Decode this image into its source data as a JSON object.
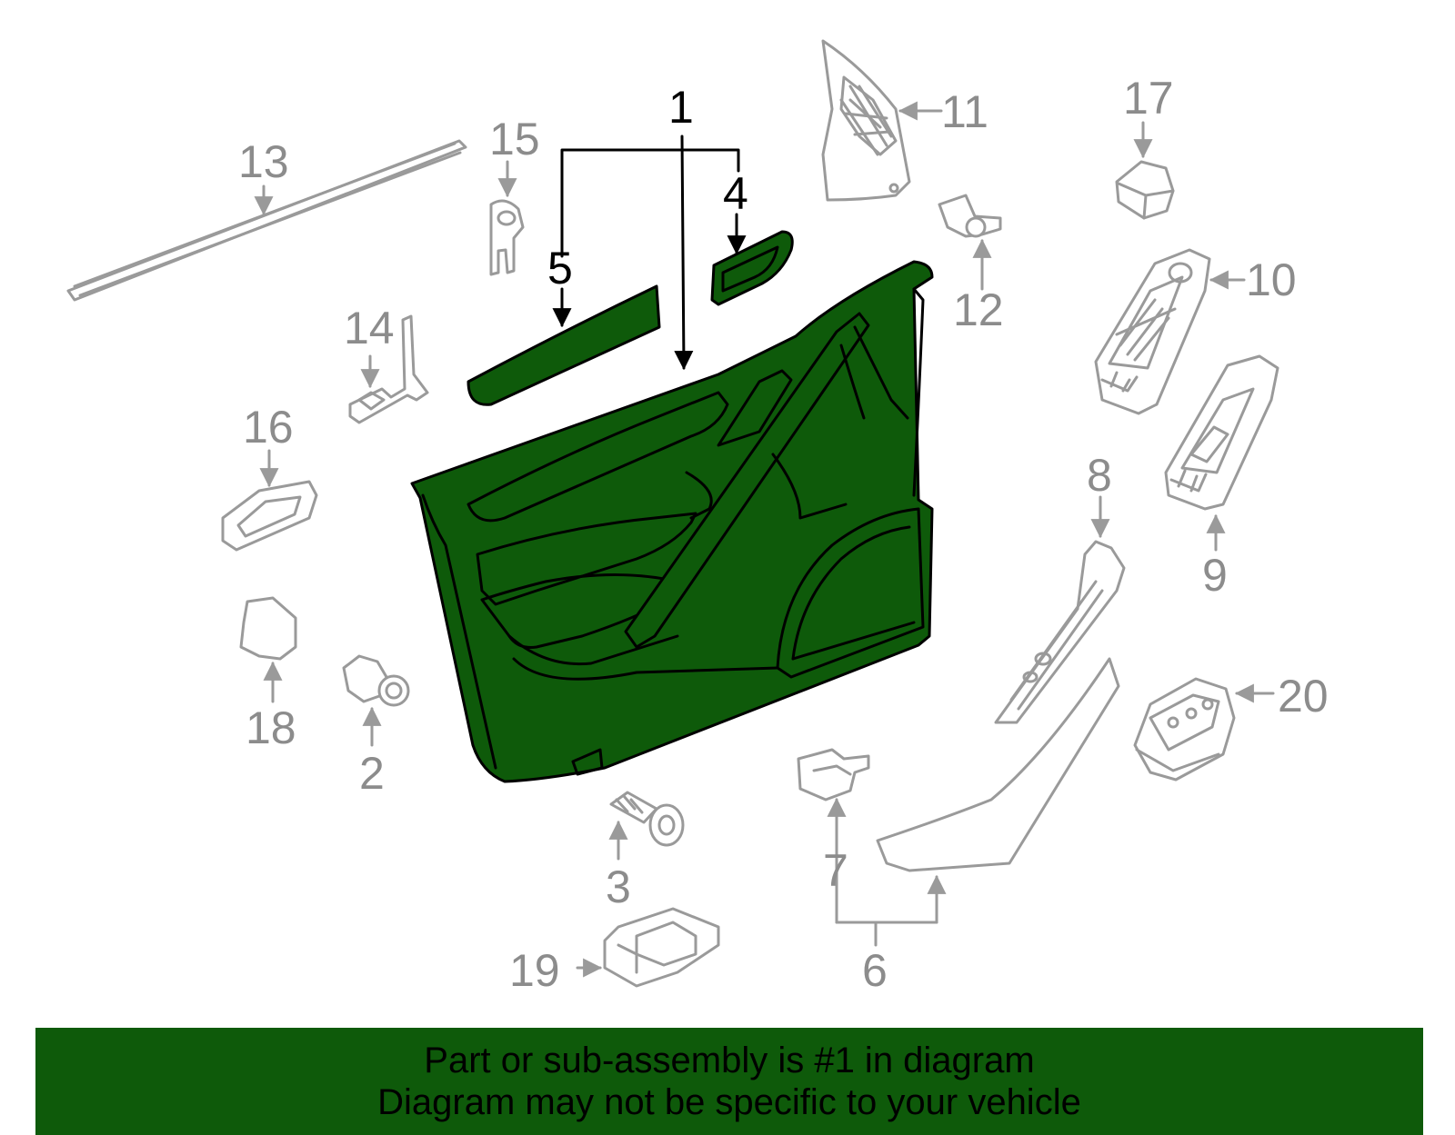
{
  "colors": {
    "highlight_fill": "#0e5a0a",
    "highlight_stroke": "#000000",
    "other_parts": "#9a9a9a",
    "banner_bg": "#0e5a0a"
  },
  "callouts": {
    "c1": "1",
    "c2": "2",
    "c3": "3",
    "c4": "4",
    "c5": "5",
    "c6": "6",
    "c7": "7",
    "c8": "8",
    "c9": "9",
    "c10": "10",
    "c11": "11",
    "c12": "12",
    "c13": "13",
    "c14": "14",
    "c15": "15",
    "c16": "16",
    "c17": "17",
    "c18": "18",
    "c19": "19",
    "c20": "20"
  },
  "banner": {
    "line1": "Part or sub-assembly is #1 in diagram",
    "line2": "Diagram may not be specific to your vehicle"
  }
}
